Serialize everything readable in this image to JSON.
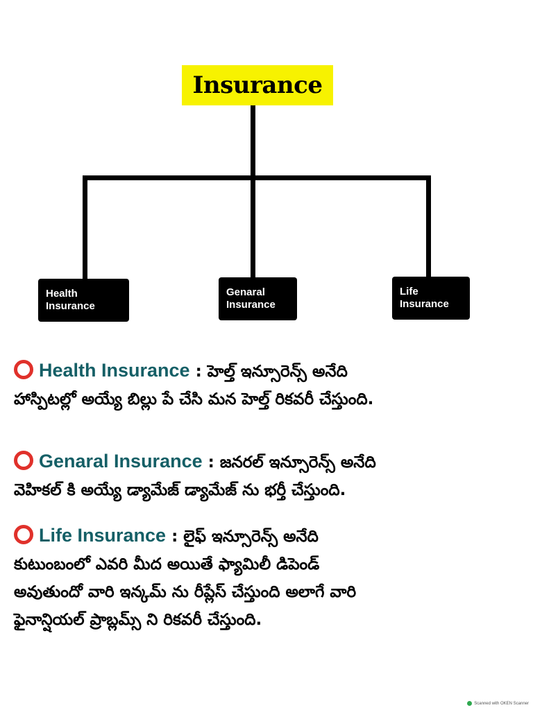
{
  "root": {
    "label": "Insurance",
    "highlight_color": "#f7f200"
  },
  "children": [
    {
      "line1": "Health",
      "line2": "Insurance"
    },
    {
      "line1": "Genaral",
      "line2": "Insurance"
    },
    {
      "line1": "Life",
      "line2": "Insurance"
    }
  ],
  "items": [
    {
      "term": "Health Insurance",
      "sep": " : ",
      "lines": [
        "హెల్త్ ఇన్సూరెన్స్ అనేది",
        "హాస్పిటల్లో అయ్యే బిల్లు పే చేసి మన హెల్త్ రికవరీ చేస్తుంది."
      ]
    },
    {
      "term": "Genaral Insurance",
      "sep": " : ",
      "lines": [
        "జనరల్ ఇన్సూరెన్స్ అనేది",
        "వెహికల్ కి అయ్యే డ్యామేజ్ డ్యామేజ్ ను భర్తీ చేస్తుంది."
      ]
    },
    {
      "term": "Life Insurance",
      "sep": " : ",
      "lines": [
        "లైఫ్ ఇన్సూరెన్స్ అనేది",
        "కుటుంబంలో ఎవరి మీద అయితే ఫ్యామిలీ డిపెండ్",
        "అవుతుందో వారి ఇన్కమ్ ను రీప్లేస్ చేస్తుంది అలాగే వారి",
        "ఫైనాన్షియల్ ప్రాబ్లమ్స్ ని రికవరీ చేస్తుంది."
      ]
    }
  ],
  "colors": {
    "term": "#155f66",
    "bullet_ring": "#e0312b"
  },
  "watermark": "Scanned with OKEN Scanner"
}
